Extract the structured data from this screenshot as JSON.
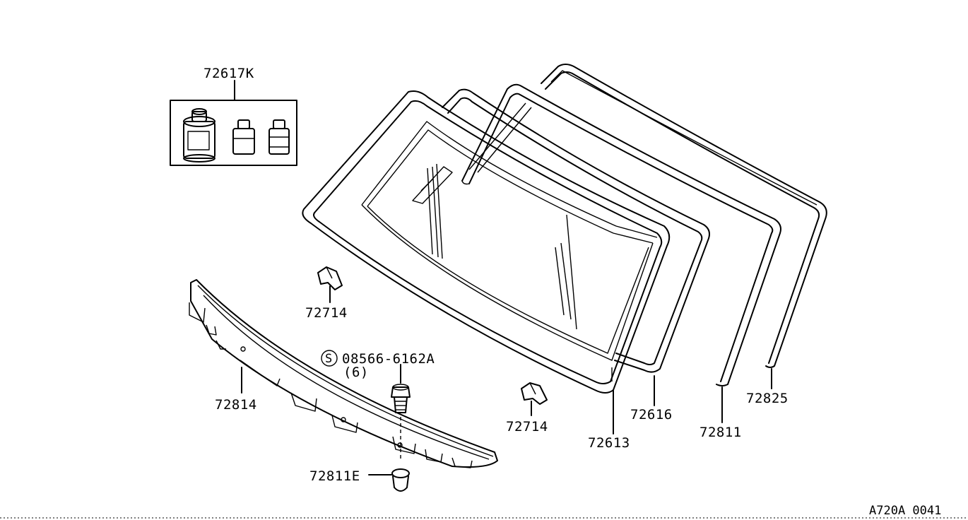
{
  "parts": {
    "kit": "72617K",
    "clip_upper": "72714",
    "clip_lower": "72714",
    "cowl_cover": "72814",
    "bolt_number": "08566-6162A",
    "bolt_qty": "(6)",
    "bolt_prefix": "S",
    "grommet": "72811E",
    "glass": "72613",
    "dam_rubber": "72616",
    "molding_lower": "72811",
    "molding_upper": "72825"
  },
  "reference_code": "A720A 0041"
}
